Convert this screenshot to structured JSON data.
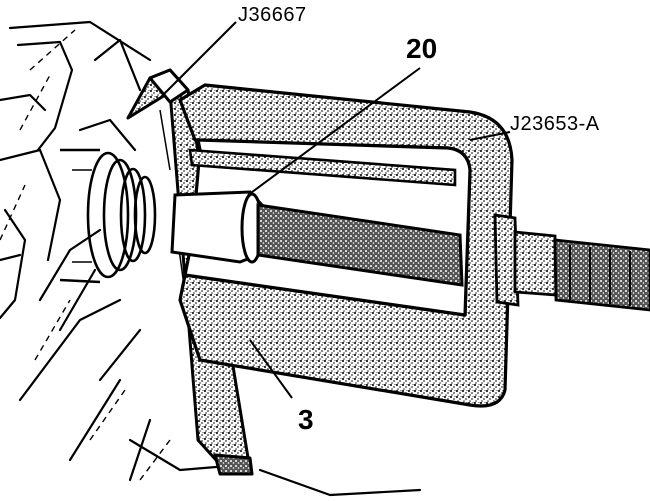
{
  "labels": {
    "tool_top": "J36667",
    "tool_right": "J23653-A",
    "callout_top": "20",
    "callout_bottom": "3"
  },
  "colors": {
    "ink": "#000000",
    "paper": "#ffffff",
    "stipple": "#3a3a3a"
  }
}
